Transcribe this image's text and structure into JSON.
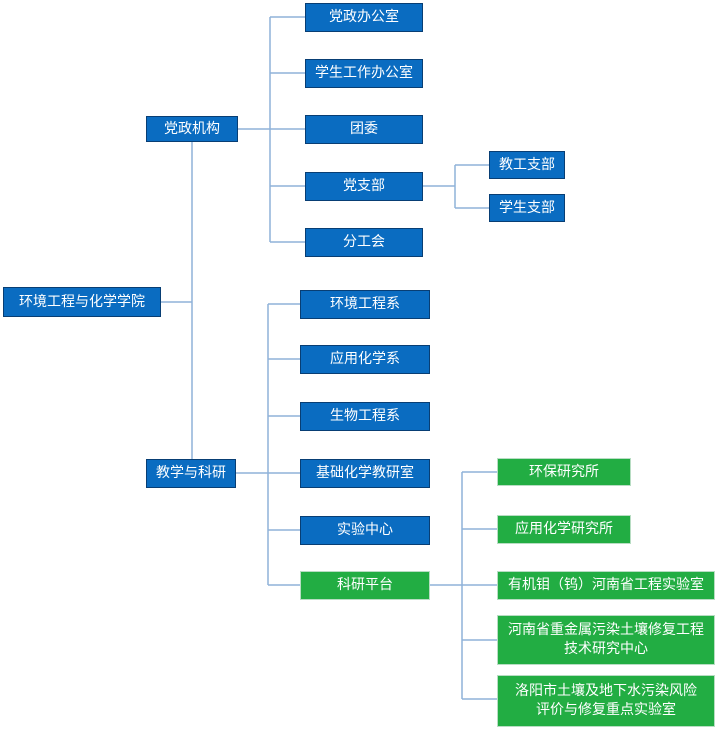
{
  "colors": {
    "primary": "#0a6cc1",
    "secondary": "#22ad43",
    "connector": "#8fb2d9",
    "border": "#083e74"
  },
  "root": {
    "label": "环境工程与化学学院"
  },
  "party": {
    "label": "党政机构",
    "children": [
      "党政办公室",
      "学生工作办公室",
      "团委",
      "党支部",
      "分工会"
    ],
    "branches": [
      "教工支部",
      "学生支部"
    ]
  },
  "teaching": {
    "label": "教学与科研",
    "children": [
      "环境工程系",
      "应用化学系",
      "生物工程系",
      "基础化学教研室",
      "实验中心",
      "科研平台"
    ]
  },
  "platform": {
    "items": [
      {
        "line1": "环保研究所"
      },
      {
        "line1": "应用化学研究所"
      },
      {
        "line1": "有机钼（钨）河南省工程实验室"
      },
      {
        "line1": "河南省重金属污染土壤修复工程",
        "line2": "技术研究中心"
      },
      {
        "line1": "洛阳市土壤及地下水污染风险",
        "line2": "评价与修复重点实验室"
      }
    ]
  }
}
